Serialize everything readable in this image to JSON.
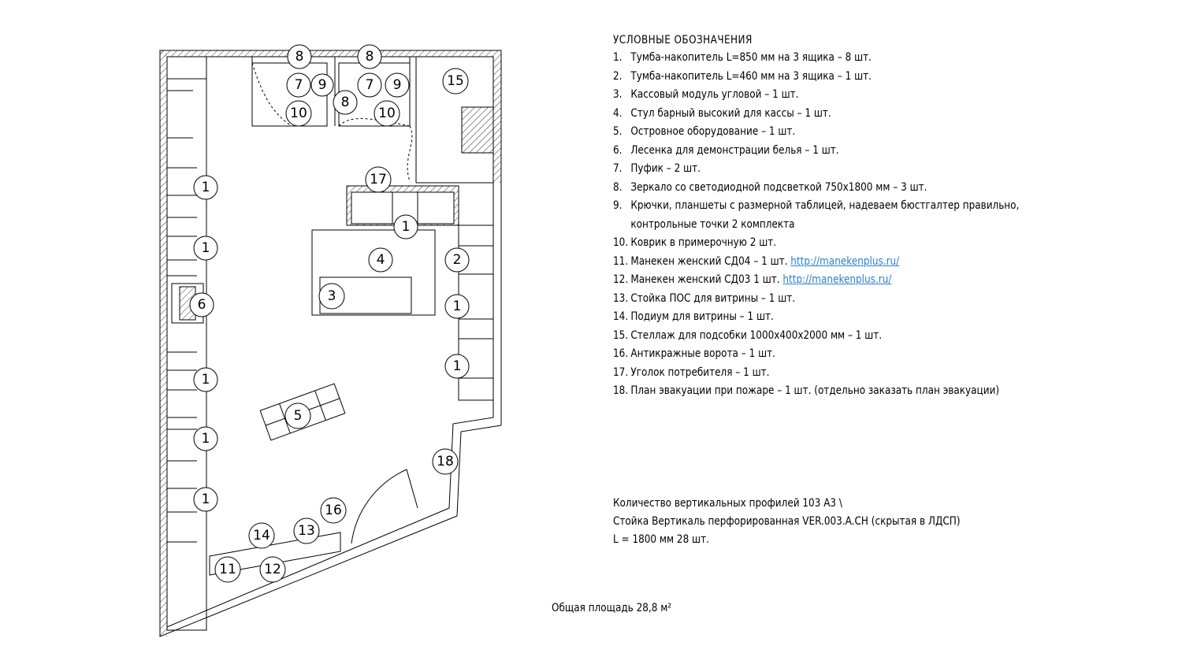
{
  "legend": {
    "title": "УСЛОВНЫЕ ОБОЗНАЧЕНИЯ",
    "items": [
      {
        "n": "1.",
        "text": "Тумба-накопитель L=850 мм на 3 ящика – 8 шт."
      },
      {
        "n": "2.",
        "text": "Тумба-накопитель L=460 мм на 3 ящика – 1 шт."
      },
      {
        "n": "3.",
        "text": "Кассовый модуль угловой – 1 шт."
      },
      {
        "n": "4.",
        "text": "Стул барный высокий для кассы – 1 шт."
      },
      {
        "n": "5.",
        "text": "Островное оборудование – 1 шт."
      },
      {
        "n": "6.",
        "text": "Лесенка для демонстрации белья – 1 шт."
      },
      {
        "n": "7.",
        "text": "Пуфик – 2 шт."
      },
      {
        "n": "8.",
        "text": "Зеркало со светодиодной подсветкой 750х1800 мм – 3 шт."
      },
      {
        "n": "9.",
        "text": "Крючки, планшеты с размерной таблицей, надеваем бюстгалтер правильно,",
        "cont": "контрольные точки    2 комплекта"
      },
      {
        "n": "10.",
        "text": "Коврик в примерочную    2 шт."
      },
      {
        "n": "11.",
        "text": "Манекен женский СД04 – 1 шт.",
        "link": "http://manekenplus.ru/"
      },
      {
        "n": "12.",
        "text": "Манекен женский СД03    1 шт.",
        "link": "http://manekenplus.ru/"
      },
      {
        "n": "13.",
        "text": "Стойка ПОС для витрины – 1 шт."
      },
      {
        "n": "14.",
        "text": "Подиум для витрины – 1 шт."
      },
      {
        "n": "15.",
        "text": "Стеллаж для подсобки 1000х400х2000 мм – 1 шт."
      },
      {
        "n": "16.",
        "text": "Антикражные ворота – 1 шт."
      },
      {
        "n": "17.",
        "text": "Уголок потребителя – 1 шт."
      },
      {
        "n": "18.",
        "text": "План эвакуации при пожаре – 1 шт. (отдельно заказать план эвакуации)"
      }
    ]
  },
  "profiles": {
    "line1": "Количество вертикальных профилей 103 А3 \\",
    "line2": "Стойка Вертикаль перфорированная VER.003.A.CH (скрытая в ЛДСП)",
    "line3": "L = 1800 мм    28 шт."
  },
  "area": {
    "label": "Общая площадь 28,8 м²"
  },
  "plan": {
    "callouts": [
      "1",
      "2",
      "3",
      "4",
      "5",
      "6",
      "7",
      "8",
      "9",
      "10",
      "11",
      "12",
      "13",
      "14",
      "15",
      "16",
      "17",
      "18"
    ]
  }
}
